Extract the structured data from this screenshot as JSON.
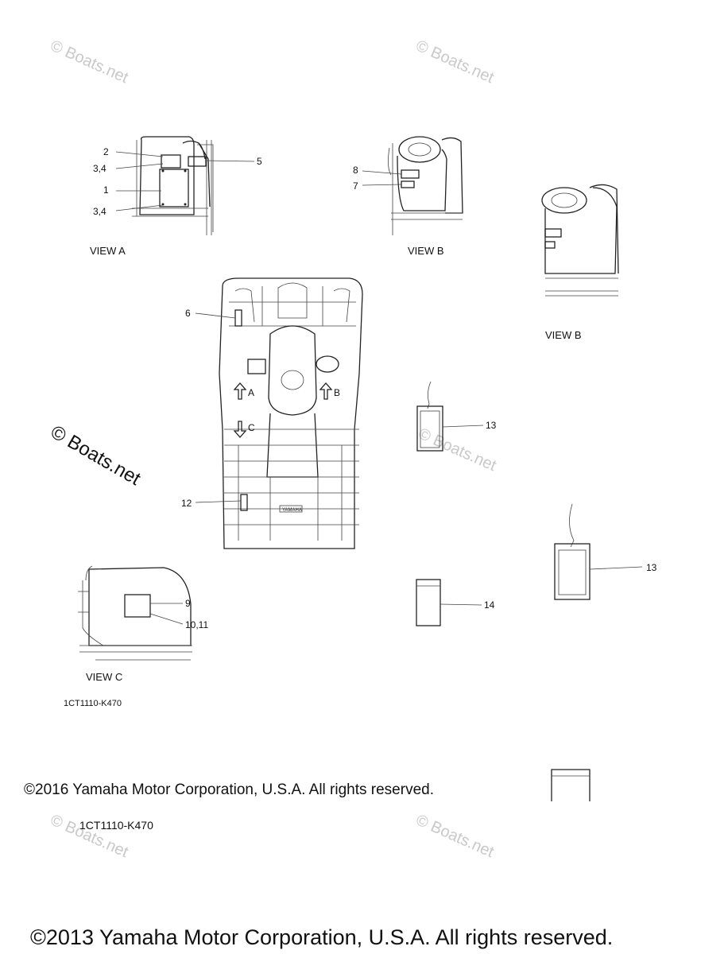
{
  "diagram_id": "1CT1110-K470",
  "diagram_id_repeat": "1CT1110-K470",
  "copyright_2016": "©2016 Yamaha Motor Corporation, U.S.A. All rights reserved.",
  "copyright_2013": "©2013 Yamaha Motor Corporation, U.S.A. All rights reserved.",
  "watermark": "© Boats.net",
  "views": {
    "a": "VIEW A",
    "b": "VIEW B",
    "b_large": "VIEW B",
    "c": "VIEW C"
  },
  "arrows": {
    "a": "A",
    "b": "B",
    "c": "C"
  },
  "callouts": {
    "c1": "1",
    "c2": "2",
    "c34_top": "3,4",
    "c34_bottom": "3,4",
    "c5": "5",
    "c6": "6",
    "c7": "7",
    "c8": "8",
    "c9": "9",
    "c1011": "10,11",
    "c12": "12",
    "c13": "13",
    "c13_large": "13",
    "c14": "14"
  },
  "logo_text": "YAMAHA"
}
